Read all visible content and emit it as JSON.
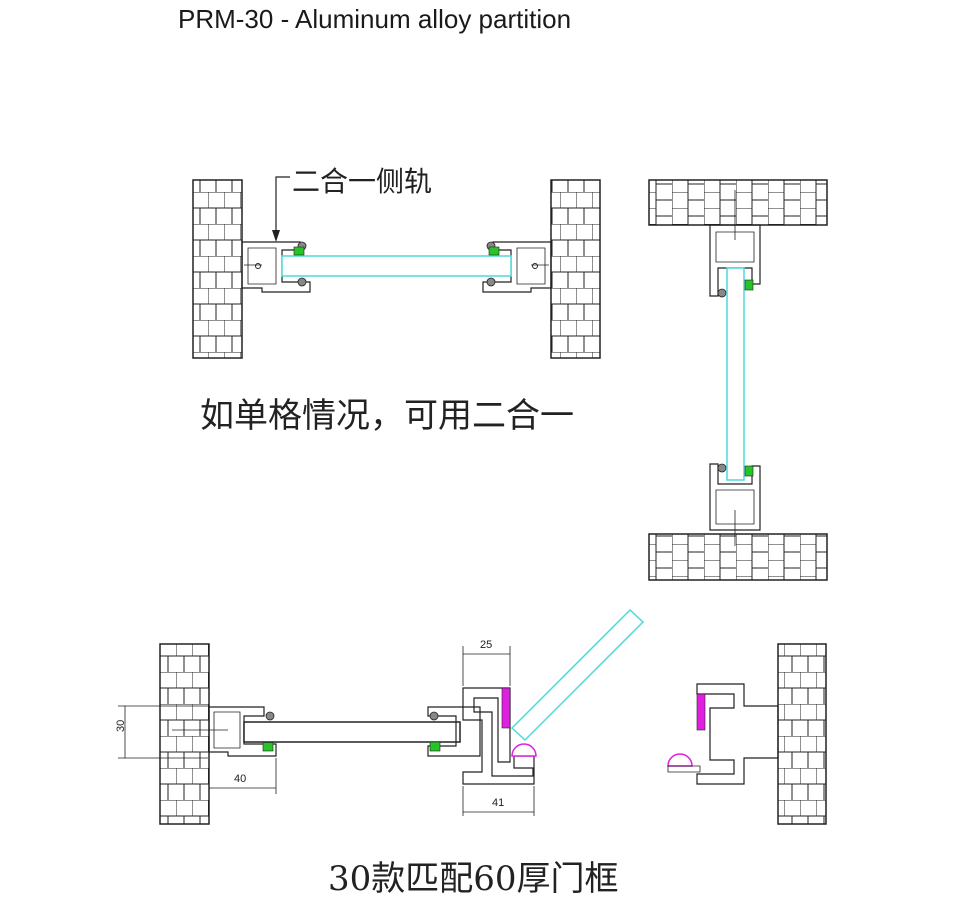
{
  "title": "PRM-30 - Aluminum alloy partition",
  "labels": {
    "side_rail": "二合一侧轨",
    "single_grid_note": "如单格情况，可用二合一",
    "door_frame_note": "30款匹配60厚门框"
  },
  "dimensions": {
    "d30": "30",
    "d40": "40",
    "d25": "25",
    "d41": "41"
  },
  "colors": {
    "line": "#222222",
    "glass": "#4fd8d8",
    "gasket": "#27c427",
    "seal": "#e020e0",
    "wall": "#ffffff"
  }
}
